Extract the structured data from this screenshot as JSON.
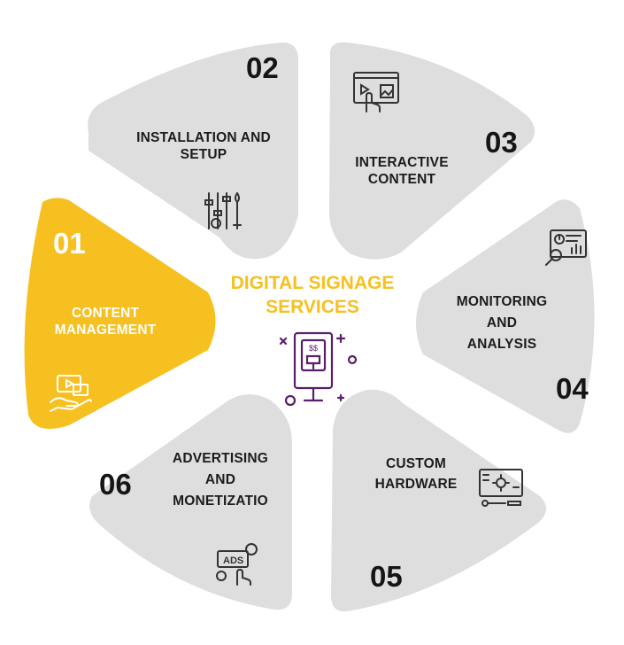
{
  "title": {
    "line1": "DIGITAL SIGNAGE",
    "line2": "SERVICES"
  },
  "colors": {
    "active": "#f6c020",
    "segment": "#dedede",
    "title": "#f6c020",
    "text": "#1c1c1c"
  },
  "segments": [
    {
      "number": "01",
      "lines": [
        "CONTENT",
        "MANAGEMENT"
      ],
      "icon": "content-hand-icon",
      "active": true
    },
    {
      "number": "02",
      "lines": [
        "INSTALLATION AND",
        "SETUP"
      ],
      "icon": "tools-icon",
      "active": false
    },
    {
      "number": "03",
      "lines": [
        "INTERACTIVE",
        "CONTENT"
      ],
      "icon": "touch-screen-icon",
      "active": false
    },
    {
      "number": "04",
      "lines": [
        "MONITORING",
        "AND",
        "ANALYSIS"
      ],
      "icon": "analytics-icon",
      "active": false
    },
    {
      "number": "05",
      "lines": [
        "CUSTOM",
        "HARDWARE"
      ],
      "icon": "hardware-icon",
      "active": false
    },
    {
      "number": "06",
      "lines": [
        "ADVERTISING",
        "AND",
        "MONETIZATIO"
      ],
      "icon": "ads-icon",
      "active": false
    }
  ],
  "center_icon": "kiosk-icon"
}
